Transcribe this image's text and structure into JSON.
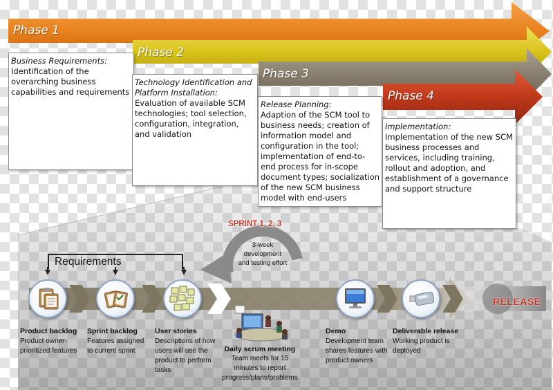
{
  "phases": [
    {
      "title": "Phase 1",
      "heading": "Business Requirements:",
      "body": "Identification of the overarching business capabilities and requirements",
      "color": "#e8821e"
    },
    {
      "title": "Phase 2",
      "heading": "Technology Identification and Platform Installation:",
      "body": "Evaluation of available SCM technologies; tool selection, configuration, integration, and validation",
      "color": "#d9c31c"
    },
    {
      "title": "Phase 3",
      "heading": "Release Planning:",
      "body": "Adaption of the SCM tool to business needs; creation of information model and configuration in the tool; implementation of end-to-end process for in-scope document types; socialization of the new SCM business model with end-users",
      "color": "#8a8070"
    },
    {
      "title": "Phase 4",
      "heading": "Implementation:",
      "body": "Implementation of the new SCM business processes and services, including training, rollout and adoption, and establishment of a governance and support structure",
      "color": "#c0391b"
    }
  ],
  "requirements_label": "Requirements",
  "sprint": {
    "label": "SPRINT 1, 2, 3",
    "cycle_text": "3-week development and testing effort"
  },
  "release_label": "RELEASE",
  "steps": [
    {
      "title": "Product backlog",
      "desc": "Product owner-prioritized features",
      "icon": "clipboard-icon"
    },
    {
      "title": "Sprint backlog",
      "desc": "Features assigned to current sprint",
      "icon": "clipboard-icon"
    },
    {
      "title": "User stories",
      "desc": "Descriptions of how users will use the product to perform tasks",
      "icon": "sticky-notes-icon"
    },
    {
      "title": "Daily scrum meeting",
      "desc": "Team meets for 15 minutes to report progress/plans/problems",
      "icon": "meeting-icon"
    },
    {
      "title": "Demo",
      "desc": "Development team shares features with product owners",
      "icon": "monitor-icon"
    },
    {
      "title": "Deliverable release",
      "desc": "Working product is deployed",
      "icon": "usb-drive-icon"
    }
  ]
}
